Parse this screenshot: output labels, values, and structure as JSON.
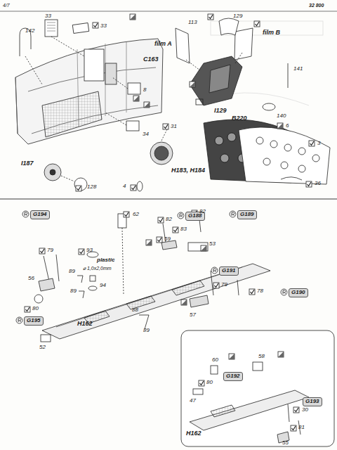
{
  "diagram": {
    "nodes": [
      {
        "text": [
          "G194"
        ]
      },
      {
        "text": [
          "G195"
        ]
      },
      {
        "text": [
          "G188"
        ]
      },
      {
        "text": [
          "G189"
        ]
      },
      {
        "text": [
          "G191"
        ]
      },
      {
        "text": [
          "G190"
        ]
      },
      {
        "text": [
          "G192"
        ]
      },
      {
        "text": [
          "G193"
        ]
      }
    ],
    "labels": [
      "4/7",
      "32 800",
      "33",
      "33",
      "142",
      "C163",
      "8",
      "34",
      "113",
      "film A",
      "129",
      "film B",
      "141",
      "I129",
      "140",
      "B220",
      "6",
      "3",
      "31",
      "H183, H184",
      "I187",
      "128",
      "4",
      "36",
      "79",
      "93",
      "plastic",
      "⌀ 1,0x2,0mm",
      "94",
      "56",
      "80",
      "89",
      "89",
      "52",
      "H162",
      "88",
      "89",
      "62",
      "82",
      "83",
      "59",
      "82",
      "53",
      "79",
      "78",
      "57",
      "80",
      "47",
      "60",
      "58",
      "30",
      "81",
      "H162",
      "55"
    ]
  }
}
